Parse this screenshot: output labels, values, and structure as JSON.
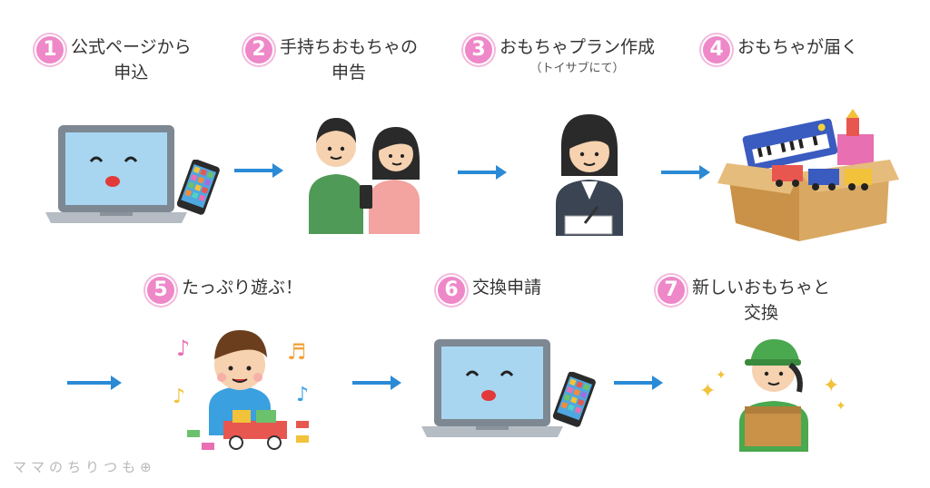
{
  "steps": [
    {
      "num": "1",
      "line1": "公式ページから",
      "line2": "申込",
      "sub": ""
    },
    {
      "num": "2",
      "line1": "手持ちおもちゃの",
      "line2": "申告",
      "sub": ""
    },
    {
      "num": "3",
      "line1": "おもちゃプラン作成",
      "line2": "",
      "sub": "（トイサブにて）"
    },
    {
      "num": "4",
      "line1": "おもちゃが届く",
      "line2": "",
      "sub": ""
    },
    {
      "num": "5",
      "line1": "たっぷり遊ぶ！",
      "line2": "",
      "sub": ""
    },
    {
      "num": "6",
      "line1": "交換申請",
      "line2": "",
      "sub": ""
    },
    {
      "num": "7",
      "line1": "新しいおもちゃと",
      "line2": "交換",
      "sub": ""
    }
  ],
  "watermark": "ママのちりつも",
  "colors": {
    "step_badge": "#ee88c8",
    "arrow": "#2a8ad6",
    "laptop_screen": "#a8d6f0",
    "box": "#d9a862"
  },
  "icons": [
    "laptop-icon",
    "smartphone-icon",
    "couple-icon",
    "operator-icon",
    "toy-box-icon",
    "child-playing-icon",
    "delivery-person-icon"
  ]
}
